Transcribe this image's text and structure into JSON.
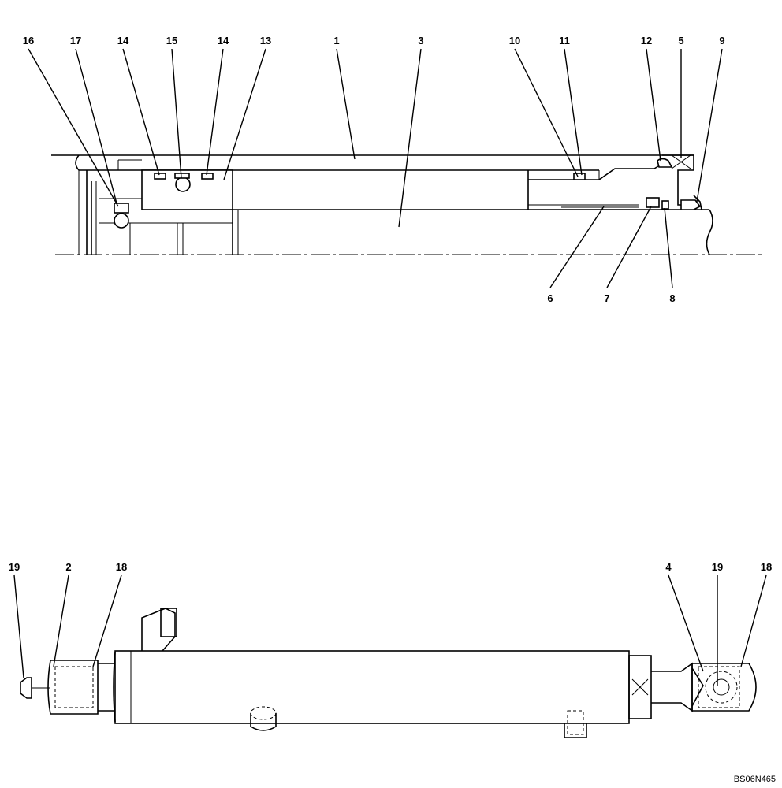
{
  "section_view": {
    "callouts": [
      {
        "id": "16",
        "label": "16"
      },
      {
        "id": "17",
        "label": "17"
      },
      {
        "id": "14a",
        "label": "14"
      },
      {
        "id": "15",
        "label": "15"
      },
      {
        "id": "14b",
        "label": "14"
      },
      {
        "id": "13",
        "label": "13"
      },
      {
        "id": "1",
        "label": "1"
      },
      {
        "id": "3",
        "label": "3"
      },
      {
        "id": "10",
        "label": "10"
      },
      {
        "id": "11",
        "label": "11"
      },
      {
        "id": "12",
        "label": "12"
      },
      {
        "id": "5",
        "label": "5"
      },
      {
        "id": "9",
        "label": "9"
      },
      {
        "id": "6",
        "label": "6"
      },
      {
        "id": "7",
        "label": "7"
      },
      {
        "id": "8",
        "label": "8"
      }
    ]
  },
  "exterior_view": {
    "callouts": [
      {
        "id": "19a",
        "label": "19"
      },
      {
        "id": "2",
        "label": "2"
      },
      {
        "id": "18a",
        "label": "18"
      },
      {
        "id": "4",
        "label": "4"
      },
      {
        "id": "19b",
        "label": "19"
      },
      {
        "id": "18b",
        "label": "18"
      }
    ]
  },
  "drawing_code": "BS06N465"
}
